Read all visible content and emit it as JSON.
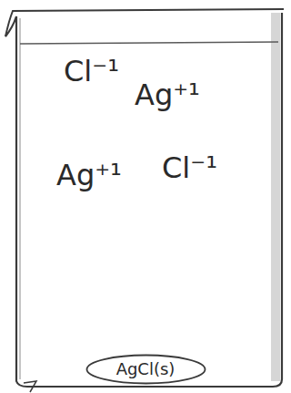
{
  "diagram": {
    "nodes": [
      {
        "text": [
          "AgCl(s)"
        ]
      }
    ],
    "labels": [
      "Cl⁻¹",
      "Ag⁺¹",
      "Ag⁺¹",
      "Cl⁻¹"
    ]
  }
}
